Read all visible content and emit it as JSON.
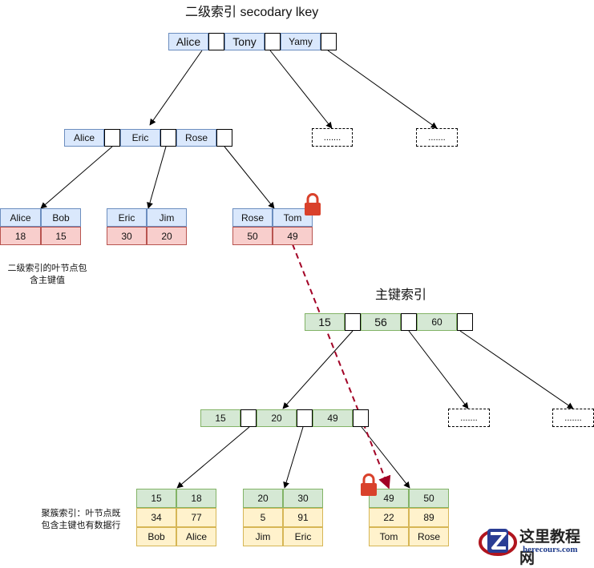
{
  "colors": {
    "secondary_fill": "#dae8fc",
    "secondary_border": "#6c8ebf",
    "primary_fill": "#d5e8d4",
    "primary_border": "#82b366",
    "value_fill": "#f8cecc",
    "value_border": "#b85450",
    "row_fill": "#fff2cc",
    "row_border": "#d6b656",
    "lookup_arrow": "#a20025",
    "lock": "#d9412b"
  },
  "secondary_index": {
    "title": "二级索引 secodary lkey",
    "root_keys": [
      "Alice",
      "Tony",
      "Yamy"
    ],
    "level2_keys": [
      "Alice",
      "Eric",
      "Rose"
    ],
    "placeholder": ".......",
    "leaves": [
      {
        "keys": [
          "Alice",
          "Bob"
        ],
        "values": [
          "18",
          "15"
        ]
      },
      {
        "keys": [
          "Eric",
          "Jim"
        ],
        "values": [
          "30",
          "20"
        ]
      },
      {
        "keys": [
          "Rose",
          "Tom"
        ],
        "values": [
          "50",
          "49"
        ]
      }
    ],
    "note_line1": "二级索引的叶节点包",
    "note_line2": "含主键值"
  },
  "primary_index": {
    "title": "主键索引",
    "root_keys": [
      "15",
      "56",
      "60"
    ],
    "level2_keys": [
      "15",
      "20",
      "49"
    ],
    "placeholder": ".......",
    "leaves": [
      {
        "keys": [
          "15",
          "18"
        ],
        "row1": [
          "34",
          "77"
        ],
        "row2": [
          "Bob",
          "Alice"
        ]
      },
      {
        "keys": [
          "20",
          "30"
        ],
        "row1": [
          "5",
          "91"
        ],
        "row2": [
          "Jim",
          "Eric"
        ]
      },
      {
        "keys": [
          "49",
          "50"
        ],
        "row1": [
          "22",
          "89"
        ],
        "row2": [
          "Tom",
          "Rose"
        ]
      }
    ],
    "note_line1": "聚簇索引：叶节点既",
    "note_line2": "包含主键也有数据行"
  },
  "watermark": {
    "icon": "z-logo-icon",
    "title": "这里教程网",
    "url": "herecours.com"
  }
}
